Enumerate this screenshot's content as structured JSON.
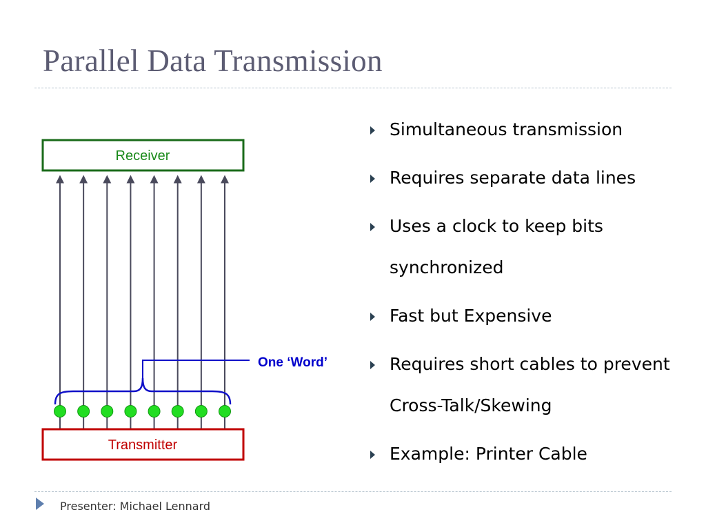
{
  "slide": {
    "title": "Parallel Data Transmission"
  },
  "diagram": {
    "receiver_label": "Receiver",
    "transmitter_label": "Transmitter",
    "word_label": "One ‘Word’",
    "line_count": 8,
    "colors": {
      "receiver_border": "#1a6b1a",
      "receiver_text": "#1a8a1a",
      "transmitter_border": "#c00000",
      "transmitter_text": "#c00000",
      "data_line": "#4a4a5c",
      "bit_fill": "#22dd22",
      "brace": "#1010c8",
      "word_text": "#0000cc"
    }
  },
  "bullets": [
    {
      "text": "Simultaneous transmission"
    },
    {
      "text": "Requires separate data lines"
    },
    {
      "text": "Uses a clock to keep bits synchronized"
    },
    {
      "text": "Fast but Expensive"
    },
    {
      "text": "Requires short cables to prevent Cross-Talk/Skewing"
    },
    {
      "text": "Example: Printer Cable"
    }
  ],
  "footer": {
    "presenter": "Presenter: Michael Lennard"
  }
}
